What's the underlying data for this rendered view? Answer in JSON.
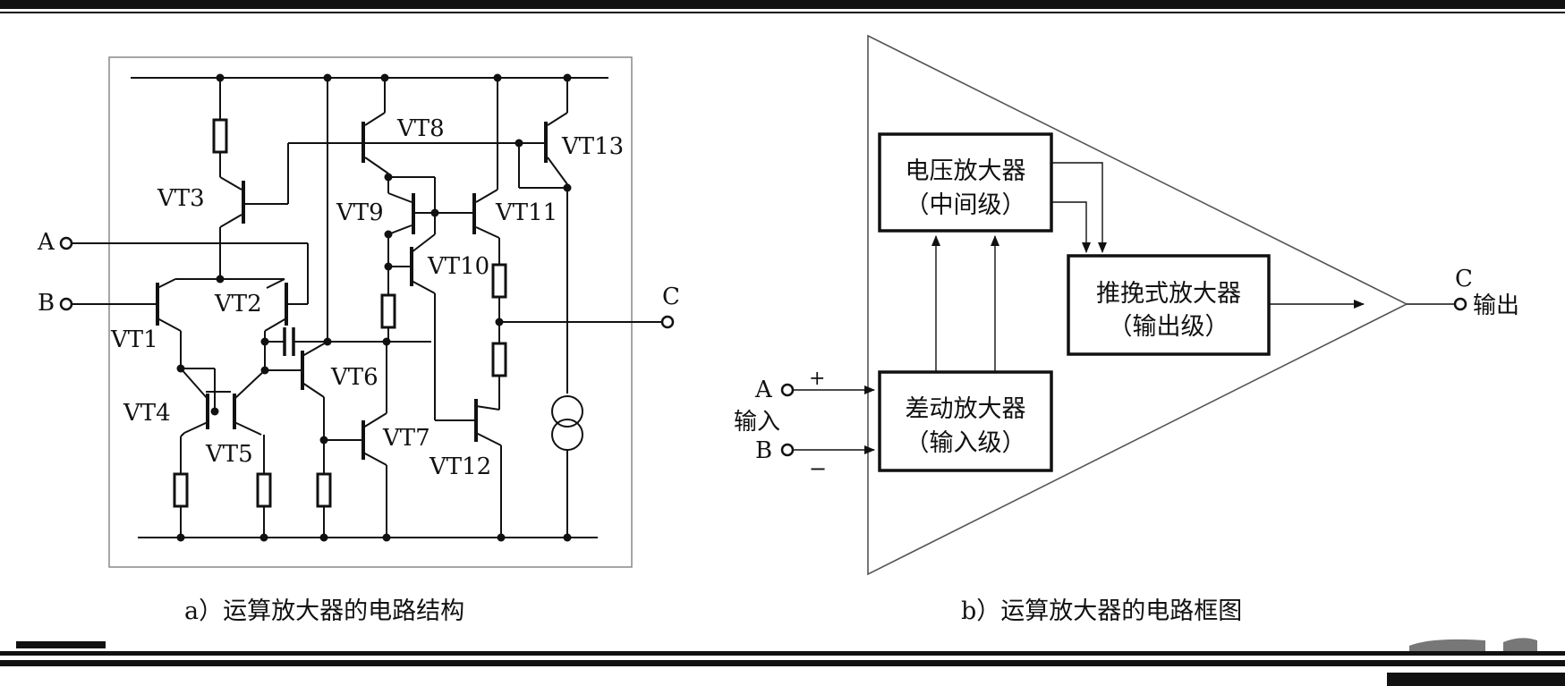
{
  "fig_a": {
    "caption": "a）运算放大器的电路结构",
    "inputs": {
      "a": "A",
      "b": "B"
    },
    "output": "C",
    "transistors": {
      "vt1": "VT1",
      "vt2": "VT2",
      "vt3": "VT3",
      "vt4": "VT4",
      "vt5": "VT5",
      "vt6": "VT6",
      "vt7": "VT7",
      "vt8": "VT8",
      "vt9": "VT9",
      "vt10": "VT10",
      "vt11": "VT11",
      "vt12": "VT12",
      "vt13": "VT13"
    }
  },
  "fig_b": {
    "caption": "b）运算放大器的电路框图",
    "input_label": "输入",
    "input_a": "A",
    "input_b": "B",
    "plus": "+",
    "minus": "−",
    "output_c": "C",
    "output_label": "输出",
    "blocks": {
      "voltage_amp": {
        "line1": "电压放大器",
        "line2": "（中间级）"
      },
      "pushpull_amp": {
        "line1": "推挽式放大器",
        "line2": "（输出级）"
      },
      "diff_amp": {
        "line1": "差动放大器",
        "line2": "（输入级）"
      }
    }
  }
}
